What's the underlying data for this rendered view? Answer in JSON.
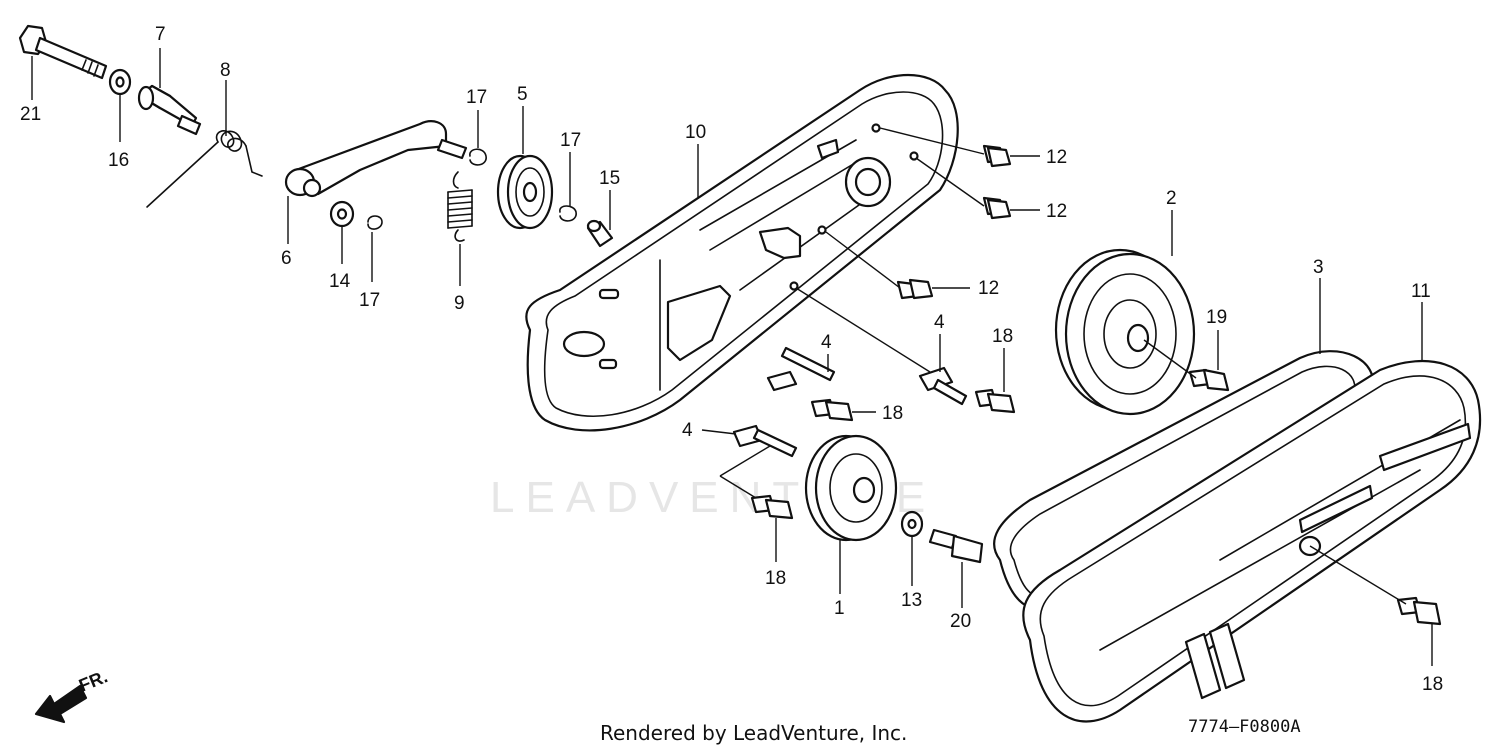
{
  "watermark": "LEADVENTURE",
  "footer": {
    "credit": "Rendered by LeadVenture, Inc.",
    "diagram_code": "7774—F0800A"
  },
  "direction": {
    "label": "FR.",
    "icon": "front-direction-arrow-icon"
  },
  "callouts": [
    {
      "id": "c21",
      "number": "21"
    },
    {
      "id": "c7",
      "number": "7"
    },
    {
      "id": "c16",
      "number": "16"
    },
    {
      "id": "c8",
      "number": "8"
    },
    {
      "id": "c6",
      "number": "6"
    },
    {
      "id": "c14",
      "number": "14"
    },
    {
      "id": "c17a",
      "number": "17"
    },
    {
      "id": "c9",
      "number": "9"
    },
    {
      "id": "c17b",
      "number": "17"
    },
    {
      "id": "c5",
      "number": "5"
    },
    {
      "id": "c17c",
      "number": "17"
    },
    {
      "id": "c15",
      "number": "15"
    },
    {
      "id": "c10",
      "number": "10"
    },
    {
      "id": "c12a",
      "number": "12"
    },
    {
      "id": "c12b",
      "number": "12"
    },
    {
      "id": "c12c",
      "number": "12"
    },
    {
      "id": "c4a",
      "number": "4"
    },
    {
      "id": "c18a",
      "number": "18"
    },
    {
      "id": "c4b",
      "number": "4"
    },
    {
      "id": "c18b",
      "number": "18"
    },
    {
      "id": "c4c",
      "number": "4"
    },
    {
      "id": "c18c",
      "number": "18"
    },
    {
      "id": "c1",
      "number": "1"
    },
    {
      "id": "c13",
      "number": "13"
    },
    {
      "id": "c20",
      "number": "20"
    },
    {
      "id": "c2",
      "number": "2"
    },
    {
      "id": "c19",
      "number": "19"
    },
    {
      "id": "c3",
      "number": "3"
    },
    {
      "id": "c11",
      "number": "11"
    },
    {
      "id": "c18d",
      "number": "18"
    }
  ]
}
